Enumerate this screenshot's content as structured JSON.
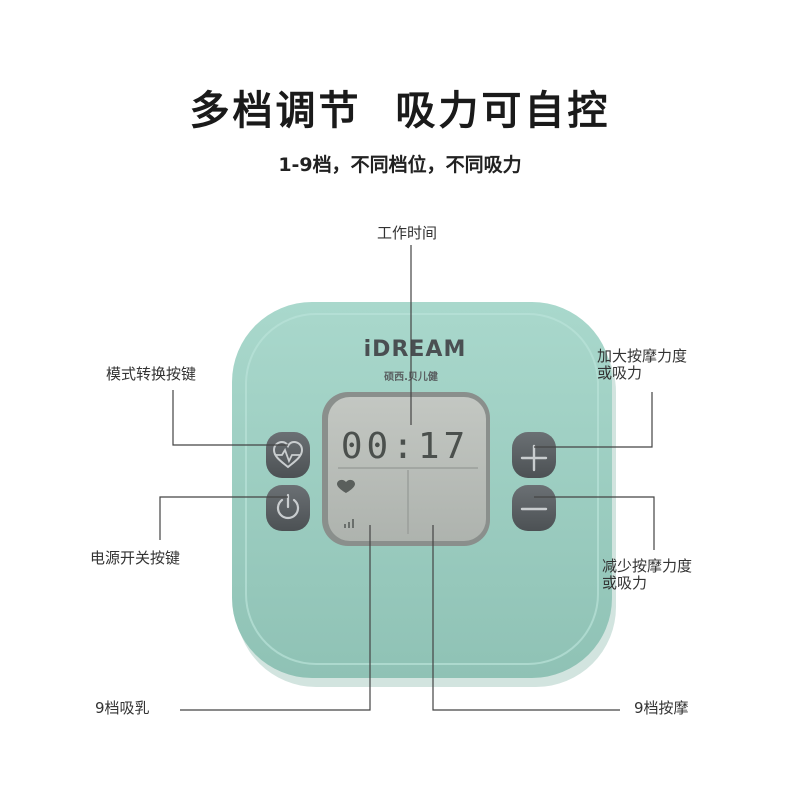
{
  "header": {
    "title": "多档调节  吸力可自控",
    "subtitle": "1-9档，不同档位，不同吸力"
  },
  "device": {
    "brand": "iDREAM",
    "brand_sub": "硕西.贝儿健",
    "display_time": "00:17",
    "body_color": "#9fcfc3",
    "screen_color": "#b8bdb8",
    "button_color": "#5d6266"
  },
  "callouts": {
    "work_time": "工作时间",
    "mode_key": "模式转换按键",
    "power_key": "电源开关按键",
    "increase_line1": "加大按摩力度",
    "increase_line2": "或吸力",
    "decrease_line1": "减少按摩力度",
    "decrease_line2": "或吸力",
    "suction_levels": "9档吸乳",
    "massage_levels": "9档按摩"
  },
  "icons": {
    "mode": "heart-pulse-icon",
    "power": "power-icon",
    "plus": "plus-icon",
    "minus": "minus-icon"
  }
}
